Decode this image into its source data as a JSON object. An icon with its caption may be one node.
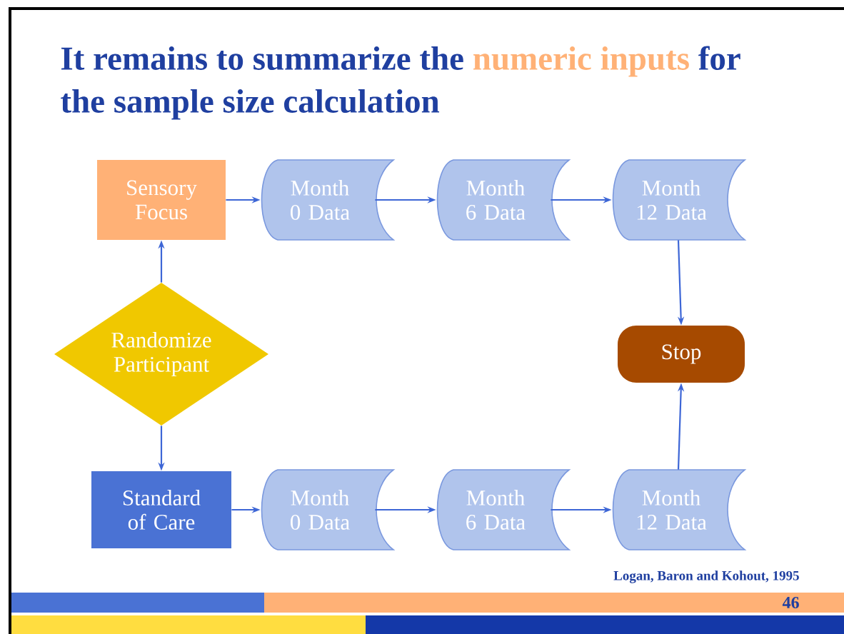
{
  "diagram": {
    "title": "It remains to summarize the *numeric inputs* for the sample size calculation",
    "nodes": [
      {
        "text": [
          "Sensory Focus"
        ]
      },
      {
        "text": [
          "Month 0 Data"
        ]
      },
      {
        "text": [
          "Month 6 Data"
        ]
      },
      {
        "text": [
          "Month 12 Data"
        ]
      },
      {
        "text": [
          "Randomize Participant"
        ]
      },
      {
        "text": [
          "Stop"
        ]
      },
      {
        "text": [
          "Standard of Care"
        ]
      },
      {
        "text": [
          "Month 0 Data"
        ]
      },
      {
        "text": [
          "Month 6 Data"
        ]
      },
      {
        "text": [
          "Month 12 Data"
        ]
      }
    ],
    "edges": [
      {
        "from": 4,
        "to": 0,
        "arrow": "to"
      },
      {
        "from": 4,
        "to": 6,
        "arrow": "to"
      },
      {
        "from": 0,
        "to": 1,
        "arrow": "to"
      },
      {
        "from": 1,
        "to": 2,
        "arrow": "to"
      },
      {
        "from": 2,
        "to": 3,
        "arrow": "to"
      },
      {
        "from": 3,
        "to": 5,
        "arrow": "to"
      },
      {
        "from": 6,
        "to": 7,
        "arrow": "to"
      },
      {
        "from": 7,
        "to": 8,
        "arrow": "to"
      },
      {
        "from": 8,
        "to": 9,
        "arrow": "to"
      },
      {
        "from": 9,
        "to": 5,
        "arrow": "to"
      }
    ],
    "labels": [
      "Logan, Baron and Kohout, 1995",
      "46"
    ]
  }
}
